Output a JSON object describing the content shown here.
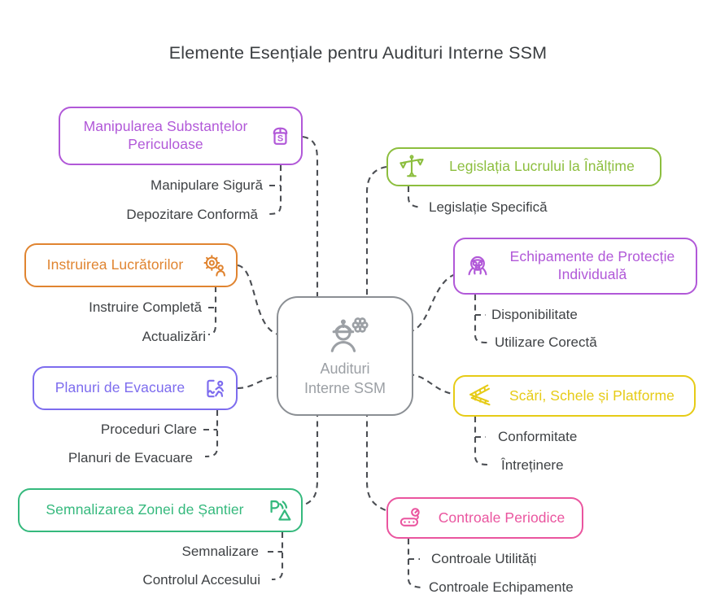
{
  "title": "Elemente Esențiale pentru Audituri Interne SSM",
  "colors": {
    "title_text": "#3a3d40",
    "subitem_text": "#3f4245",
    "connector": "#4b4e53",
    "background": "#ffffff"
  },
  "center": {
    "lines": [
      "Audituri",
      "Interne SSM"
    ],
    "border_color": "#8b8f94",
    "text_color": "#9ca0a5",
    "icon": "auditor-helmet-gear-icon"
  },
  "branches": [
    {
      "id": "manipularea-substantelor",
      "label": "Manipularea Substanțelor Periculoase",
      "color": "#b158d8",
      "icon": "package-s-icon",
      "icon_letter": "S",
      "children": [
        "Manipulare Sigură",
        "Depozitare Conformă"
      ]
    },
    {
      "id": "instruirea-lucratorilor",
      "label": "Instruirea Lucrătorilor",
      "color": "#e08430",
      "icon": "gear-worker-icon",
      "children": [
        "Instruire Completă",
        "Actualizări"
      ]
    },
    {
      "id": "planuri-evacuare",
      "label": "Planuri de Evacuare",
      "color": "#7d6cee",
      "icon": "evacuation-plan-icon",
      "children": [
        "Proceduri Clare",
        "Planuri de Evacuare"
      ]
    },
    {
      "id": "semnalizarea-zonei",
      "label": "Semnalizarea Zonei de Șantier",
      "color": "#35b97d",
      "icon": "signal-zone-icon",
      "children": [
        "Semnalizare",
        "Controlul Accesului"
      ]
    },
    {
      "id": "legislatia-inaltime",
      "label": "Legislația Lucrului la Înălțime",
      "color": "#8cbe3e",
      "icon": "scales-icon",
      "children": [
        "Legislație Specifică"
      ]
    },
    {
      "id": "echipamente-protectie",
      "label": "Echipamente de Protecție Individuală",
      "color": "#b158d8",
      "icon": "protective-mask-icon",
      "children": [
        "Disponibilitate",
        "Utilizare Corectă"
      ]
    },
    {
      "id": "scari-schele",
      "label": "Scări, Schele și Platforme",
      "color": "#e6cb16",
      "icon": "ladder-scaffold-icon",
      "children": [
        "Conformitate",
        "Întreținere"
      ]
    },
    {
      "id": "controale-periodice",
      "label": "Controale Periodice",
      "color": "#ea559f",
      "icon": "gauge-conveyor-icon",
      "children": [
        "Controale Utilități",
        "Controale Echipamente"
      ]
    }
  ]
}
